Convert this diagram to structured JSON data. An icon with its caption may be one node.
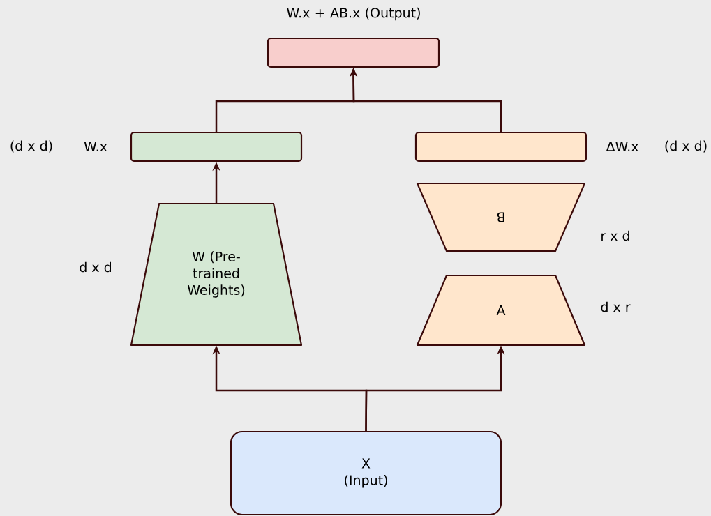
{
  "diagram": {
    "nodes": [
      {
        "text": [
          "W.x + AB.x (Output)"
        ]
      },
      {
        "text": [
          "W.x"
        ]
      },
      {
        "text": [
          "ΔW.x"
        ]
      },
      {
        "text": [
          "W (Pre-trained Weights)"
        ],
        "beside": [
          "d x d"
        ]
      },
      {
        "text": [
          "B"
        ],
        "beside": [
          "r x d"
        ]
      },
      {
        "text": [
          "A"
        ],
        "beside": [
          "d x r"
        ]
      },
      {
        "text": [
          "X (Input)"
        ]
      }
    ],
    "edges": [
      {
        "from": 6,
        "to": 3,
        "arrow": "to"
      },
      {
        "from": 6,
        "to": 5,
        "arrow": "to"
      },
      {
        "from": 3,
        "to": 1,
        "arrow": "to"
      },
      {
        "from": 1,
        "to": 0,
        "arrow": "to"
      },
      {
        "from": 2,
        "to": 0,
        "arrow": "to"
      }
    ],
    "labels": [
      "(d x d)",
      "(d x d)"
    ]
  }
}
